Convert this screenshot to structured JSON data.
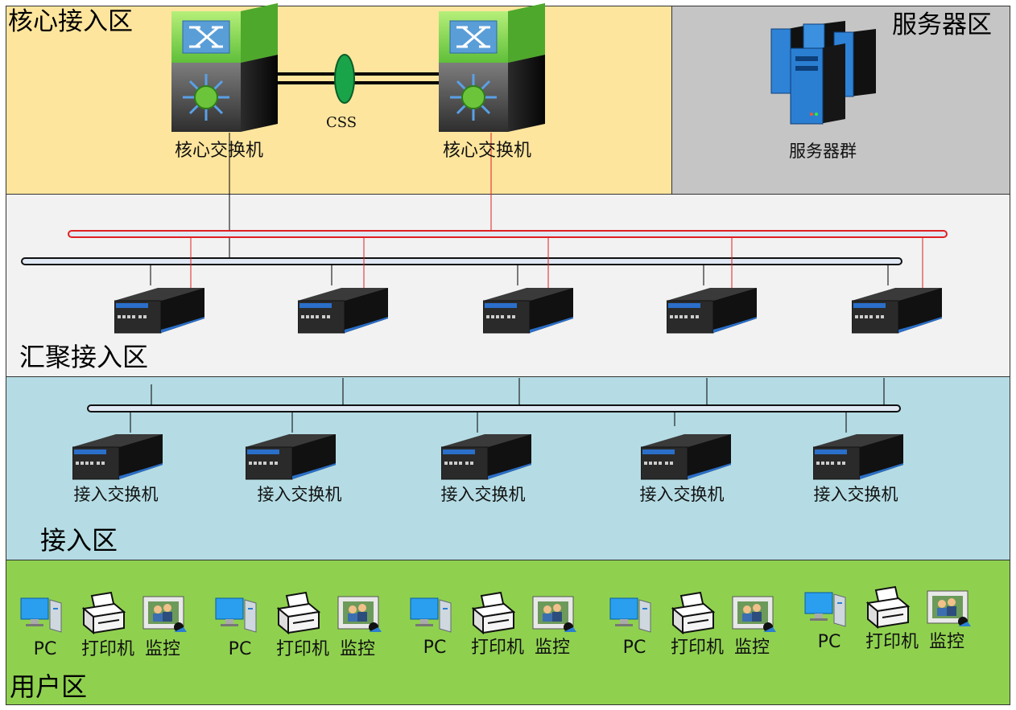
{
  "zones": {
    "core": "核心接入区",
    "server": "服务器区",
    "aggregation": "汇聚接入区",
    "access": "接入区",
    "user": "用户区"
  },
  "core_switches": [
    {
      "label": "核心交换机"
    },
    {
      "label": "核心交换机"
    }
  ],
  "css_label": "CSS",
  "server_group": {
    "label": "服务器群"
  },
  "aggregation_switch_count": 5,
  "access_switches": [
    {
      "label": "接入交换机"
    },
    {
      "label": "接入交换机"
    },
    {
      "label": "接入交换机"
    },
    {
      "label": "接入交换机"
    },
    {
      "label": "接入交换机"
    }
  ],
  "user_groups": [
    {
      "pc": "PC",
      "printer": "打印机",
      "monitor": "监控"
    },
    {
      "pc": "PC",
      "printer": "打印机",
      "monitor": "监控"
    },
    {
      "pc": "PC",
      "printer": "打印机",
      "monitor": "监控"
    },
    {
      "pc": "PC",
      "printer": "打印机",
      "monitor": "监控"
    },
    {
      "pc": "PC",
      "printer": "打印机",
      "monitor": "监控"
    }
  ],
  "colors": {
    "core_bg": "#fde59d",
    "server_bg": "#c5c5c5",
    "aggregation_bg": "#f2f2f2",
    "access_bg": "#b5dce4",
    "user_bg": "#8fd14f",
    "red_link": "#e02020",
    "bus_fill": "#dfe8f3"
  }
}
